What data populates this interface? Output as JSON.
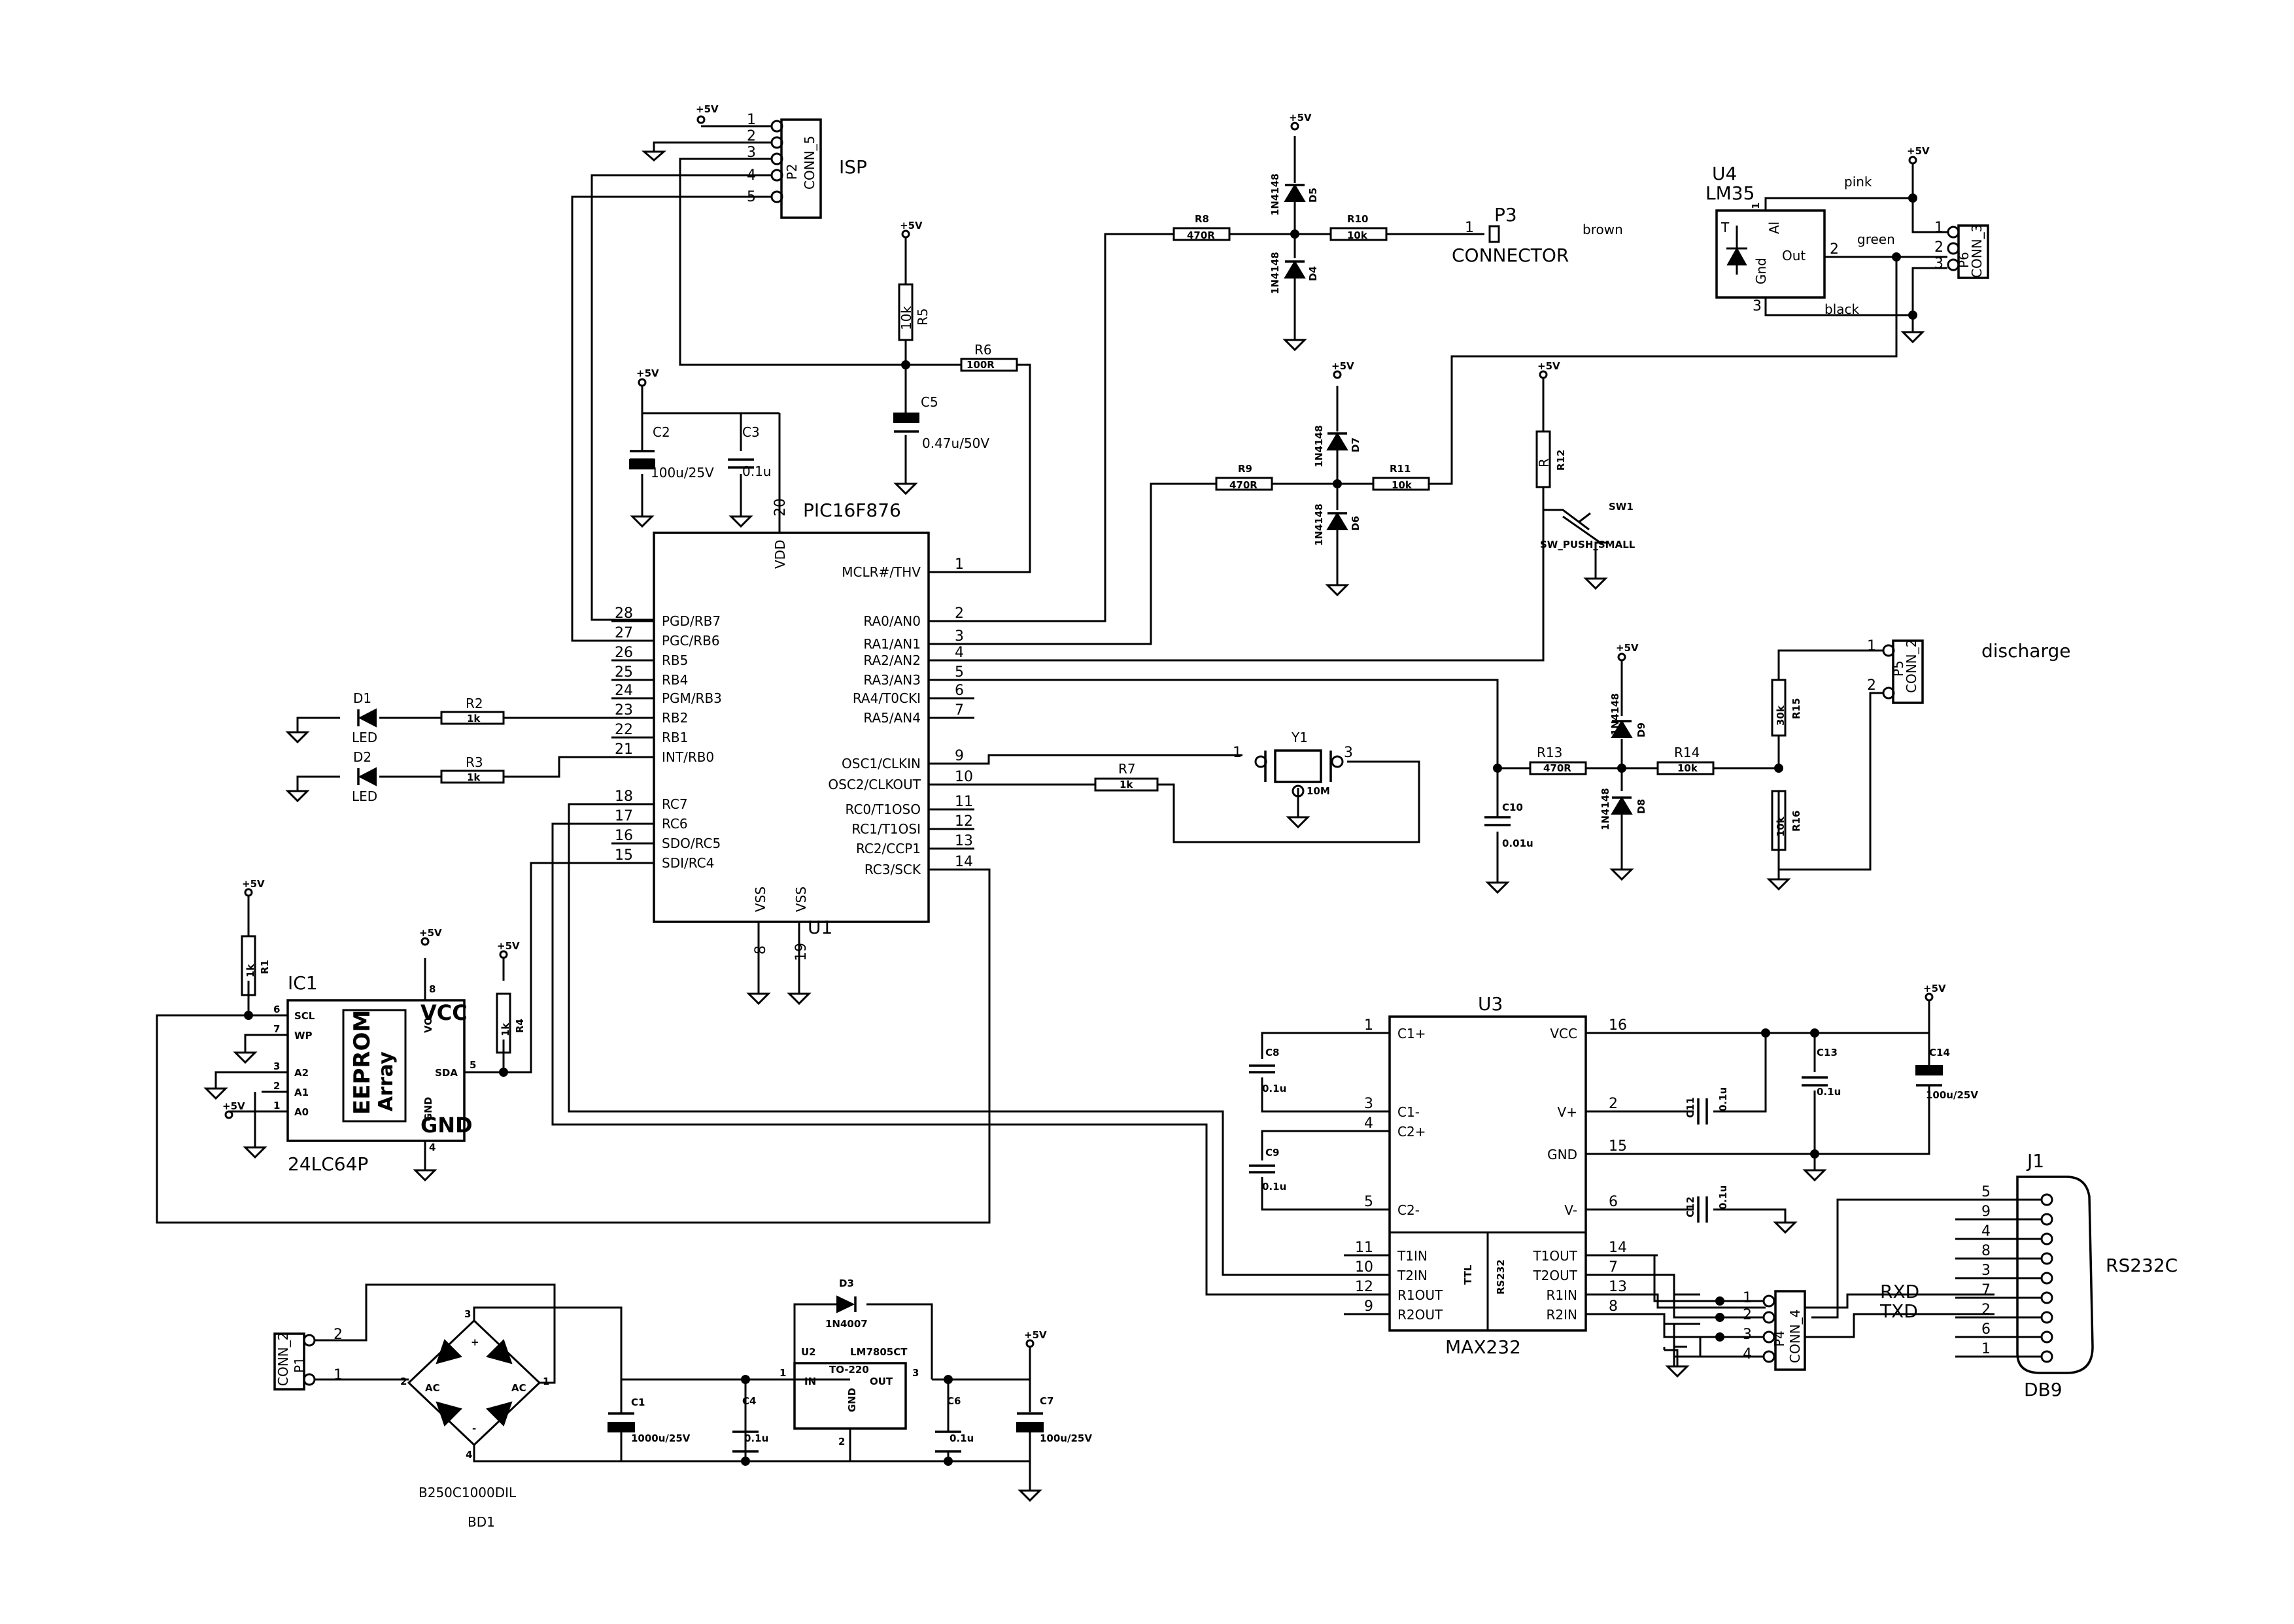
{
  "supply": {
    "vcc": "+5V"
  },
  "isp": {
    "label": "ISP",
    "ref": "P2",
    "value": "CONN_5",
    "pins": [
      "1",
      "2",
      "3",
      "4",
      "5"
    ]
  },
  "mcu": {
    "name": "PIC16F876",
    "ref": "U1",
    "left_pins": [
      {
        "num": "28",
        "name": "PGD/RB7"
      },
      {
        "num": "27",
        "name": "PGC/RB6"
      },
      {
        "num": "26",
        "name": "RB5"
      },
      {
        "num": "25",
        "name": "RB4"
      },
      {
        "num": "24",
        "name": "PGM/RB3"
      },
      {
        "num": "23",
        "name": "RB2"
      },
      {
        "num": "22",
        "name": "RB1"
      },
      {
        "num": "21",
        "name": "INT/RB0"
      },
      {
        "num": "18",
        "name": "RC7"
      },
      {
        "num": "17",
        "name": "RC6"
      },
      {
        "num": "16",
        "name": "SDO/RC5"
      },
      {
        "num": "15",
        "name": "SDI/RC4"
      }
    ],
    "right_pins": [
      {
        "num": "1",
        "name": "MCLR#/THV"
      },
      {
        "num": "2",
        "name": "RA0/AN0"
      },
      {
        "num": "3",
        "name": "RA1/AN1"
      },
      {
        "num": "4",
        "name": "RA2/AN2"
      },
      {
        "num": "5",
        "name": "RA3/AN3"
      },
      {
        "num": "6",
        "name": "RA4/T0CKI"
      },
      {
        "num": "7",
        "name": "RA5/AN4"
      },
      {
        "num": "9",
        "name": "OSC1/CLKIN"
      },
      {
        "num": "10",
        "name": "OSC2/CLKOUT"
      },
      {
        "num": "11",
        "name": "RC0/T1OSO"
      },
      {
        "num": "12",
        "name": "RC1/T1OSI"
      },
      {
        "num": "13",
        "name": "RC2/CCP1"
      },
      {
        "num": "14",
        "name": "RC3/SCK"
      }
    ],
    "vdd": {
      "num": "20",
      "name": "VDD"
    },
    "vss": [
      {
        "num": "8",
        "name": "VSS"
      },
      {
        "num": "19",
        "name": "VSS"
      }
    ]
  },
  "parts": {
    "C2": {
      "ref": "C2",
      "value": "100u/25V"
    },
    "C3": {
      "ref": "C3",
      "value": "0.1u"
    },
    "R5": {
      "ref": "R5",
      "value": "10k"
    },
    "R6": {
      "ref": "R6",
      "value": "100R"
    },
    "C5": {
      "ref": "C5",
      "value": "0.47u/50V"
    },
    "R8": {
      "ref": "R8",
      "value": "470R"
    },
    "R10": {
      "ref": "R10",
      "value": "10k"
    },
    "D5": {
      "ref": "D5",
      "value": "1N4148"
    },
    "D4": {
      "ref": "D4",
      "value": "1N4148"
    },
    "R9": {
      "ref": "R9",
      "value": "470R"
    },
    "R11": {
      "ref": "R11",
      "value": "10k"
    },
    "D7": {
      "ref": "D7",
      "value": "1N4148"
    },
    "D6": {
      "ref": "D6",
      "value": "1N4148"
    },
    "R12": {
      "ref": "R12",
      "value": "R"
    },
    "SW1": {
      "ref": "SW1",
      "value": "SW_PUSH_SMALL"
    },
    "R2": {
      "ref": "R2",
      "value": "1k"
    },
    "R3": {
      "ref": "R3",
      "value": "1k"
    },
    "D1": {
      "ref": "D1",
      "value": "LED"
    },
    "D2": {
      "ref": "D2",
      "value": "LED"
    },
    "R7": {
      "ref": "R7",
      "value": "1k"
    },
    "Y1": {
      "ref": "Y1",
      "value": "10M"
    },
    "R13": {
      "ref": "R13",
      "value": "470R"
    },
    "R14": {
      "ref": "R14",
      "value": "10k"
    },
    "D9": {
      "ref": "D9",
      "value": "1N4148"
    },
    "D8": {
      "ref": "D8",
      "value": "1N4148"
    },
    "C10": {
      "ref": "C10",
      "value": "0.01u"
    },
    "R15": {
      "ref": "R15",
      "value": "30k"
    },
    "R16": {
      "ref": "R16",
      "value": "10k"
    },
    "R1": {
      "ref": "R1",
      "value": "1k"
    },
    "R4": {
      "ref": "R4",
      "value": "1k"
    },
    "C8": {
      "ref": "C8",
      "value": "0.1u"
    },
    "C9": {
      "ref": "C9",
      "value": "0.1u"
    },
    "C11": {
      "ref": "C11",
      "value": "0.1u"
    },
    "C12": {
      "ref": "C12",
      "value": "0.1u"
    },
    "C13": {
      "ref": "C13",
      "value": "0.1u"
    },
    "C14": {
      "ref": "C14",
      "value": "100u/25V"
    },
    "C1": {
      "ref": "C1",
      "value": "1000u/25V"
    },
    "C4": {
      "ref": "C4",
      "value": "0.1u"
    },
    "C6": {
      "ref": "C6",
      "value": "0.1u"
    },
    "C7": {
      "ref": "C7",
      "value": "100u/25V"
    },
    "D3": {
      "ref": "D3",
      "value": "1N4007"
    }
  },
  "p3": {
    "ref": "P3",
    "value": "CONNECTOR",
    "pin": "1",
    "wire": "brown"
  },
  "lm35": {
    "ref": "U4",
    "value": "LM35",
    "t": "T",
    "al": "Al",
    "gnd": "Gnd",
    "out": "Out",
    "pins": [
      "1",
      "2",
      "3"
    ],
    "wires": {
      "pink": "pink",
      "green": "green",
      "black": "black"
    }
  },
  "p6": {
    "ref": "P6",
    "value": "CONN_3",
    "pins": [
      "1",
      "2",
      "3"
    ]
  },
  "p5": {
    "ref": "P5",
    "value": "CONN_2",
    "label": "discharge",
    "pins": [
      "1",
      "2"
    ]
  },
  "eeprom": {
    "ref": "IC1",
    "value": "24LC64P",
    "array1": "EEPROM",
    "array2": "Array",
    "vcc": "VCC",
    "gnd": "GND",
    "vcc_small": "VCC",
    "gnd_small": "GND",
    "pins": [
      {
        "num": "6",
        "name": "SCL"
      },
      {
        "num": "7",
        "name": "WP"
      },
      {
        "num": "3",
        "name": "A2"
      },
      {
        "num": "2",
        "name": "A1"
      },
      {
        "num": "1",
        "name": "A0"
      },
      {
        "num": "5",
        "name": "SDA"
      },
      {
        "num": "8",
        "name": ""
      },
      {
        "num": "4",
        "name": ""
      }
    ]
  },
  "max232": {
    "ref": "U3",
    "value": "MAX232",
    "ttl": "TTL",
    "rs232": "RS232",
    "left_pins": [
      {
        "num": "1",
        "name": "C1+"
      },
      {
        "num": "3",
        "name": "C1-"
      },
      {
        "num": "4",
        "name": "C2+"
      },
      {
        "num": "5",
        "name": "C2-"
      },
      {
        "num": "11",
        "name": "T1IN"
      },
      {
        "num": "10",
        "name": "T2IN"
      },
      {
        "num": "12",
        "name": "R1OUT"
      },
      {
        "num": "9",
        "name": "R2OUT"
      }
    ],
    "right_pins": [
      {
        "num": "16",
        "name": "VCC"
      },
      {
        "num": "2",
        "name": "V+"
      },
      {
        "num": "15",
        "name": "GND"
      },
      {
        "num": "6",
        "name": "V-"
      },
      {
        "num": "14",
        "name": "T1OUT"
      },
      {
        "num": "7",
        "name": "T2OUT"
      },
      {
        "num": "13",
        "name": "R1IN"
      },
      {
        "num": "8",
        "name": "R2IN"
      }
    ]
  },
  "p4": {
    "ref": "P4",
    "value": "CONN_4",
    "pins": [
      "1",
      "2",
      "3",
      "4"
    ]
  },
  "j1": {
    "ref": "J1",
    "value": "DB9",
    "label": "RS232C",
    "pins": [
      "5",
      "9",
      "4",
      "8",
      "3",
      "7",
      "2",
      "6",
      "1"
    ],
    "rxd": "RXD",
    "txd": "TXD"
  },
  "p1": {
    "ref": "P1",
    "value": "CONN_2",
    "pins": [
      "2",
      "1"
    ]
  },
  "bridge": {
    "ref": "BD1",
    "value": "B250C1000DIL",
    "ac": "AC",
    "plus": "+",
    "minus": "-",
    "pins": [
      "1",
      "2",
      "3",
      "4"
    ]
  },
  "reg": {
    "ref": "U2",
    "value": "LM7805CT",
    "pkg": "TO-220",
    "in": "IN",
    "out": "OUT",
    "gnd": "GND",
    "pins": [
      "1",
      "2",
      "3"
    ]
  }
}
